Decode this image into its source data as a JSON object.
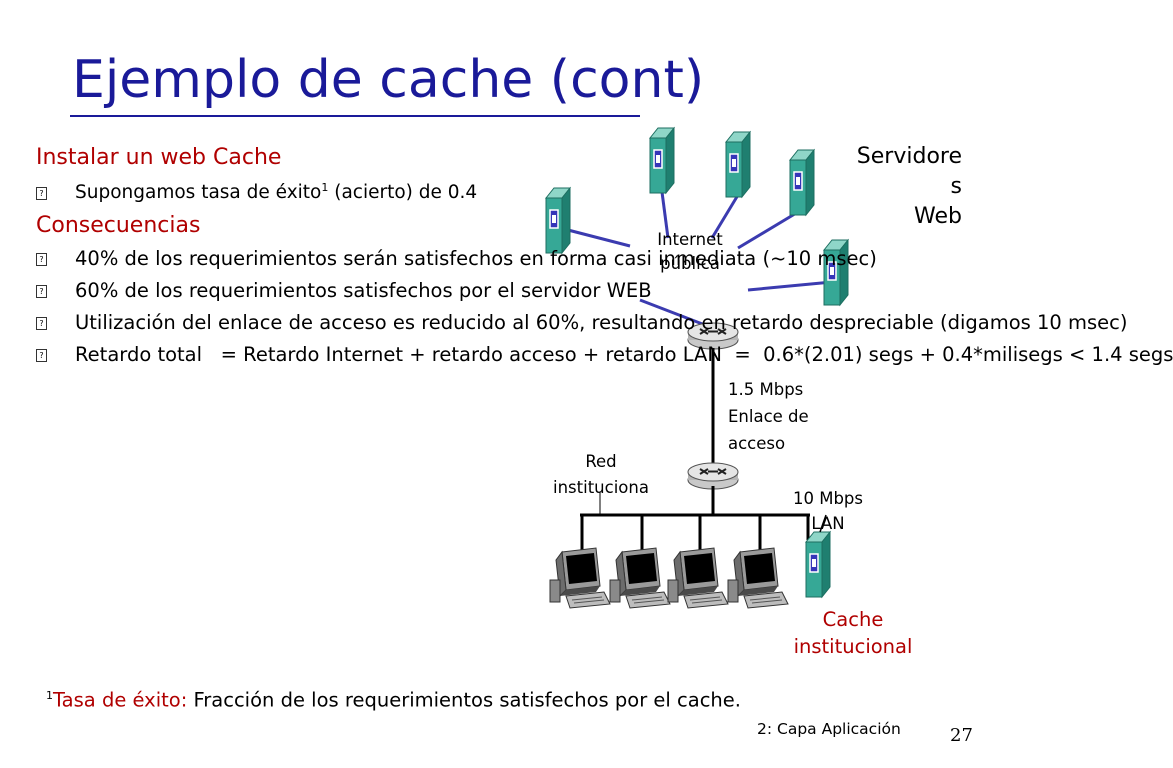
{
  "title": "Ejemplo de cache (cont)",
  "section1": {
    "heading": "Instalar un web Cache",
    "bullets": [
      {
        "pre": "Supongamos tasa de éxito",
        "sup": "1",
        "post": " (acierto) de 0.4"
      }
    ]
  },
  "section2": {
    "heading": "Consecuencias",
    "bullets": [
      "40% de los requerimientos serán satisfechos en forma casi inmediata (~10 msec)",
      "60% de los requerimientos satisfechos por el servidor WEB",
      "Utilización del enlace de acceso es reducido al 60%, resultando en retardo despreciable (digamos 10 msec)",
      "Retardo total   = Retardo Internet + retardo acceso + retardo LAN  =  0.6*(2.01) segs + 0.4*milisegs < 1.4 segs"
    ]
  },
  "diagram": {
    "servers_label": [
      "Servidore",
      "s",
      "Web"
    ],
    "internet_label": [
      "Internet",
      "pública"
    ],
    "access_link_label": [
      "1.5 Mbps",
      "Enlace de",
      "acceso"
    ],
    "institutional_network_label": [
      "Red",
      "instituciona"
    ],
    "lan_label": [
      "10 Mbps",
      "LAN"
    ],
    "cache_label": [
      "Cache",
      "institucional"
    ]
  },
  "footnote": {
    "sup": "1",
    "term": "Tasa de éxito:",
    "text": " Fracción de los requerimientos satisfechos por el cache."
  },
  "chapter": "2: Capa Aplicación",
  "page_number": "27",
  "colors": {
    "title": "#1a1a99",
    "accent_red": "#b00000",
    "server_green": "#2b9a8a",
    "server_blue": "#3b3bb0"
  }
}
